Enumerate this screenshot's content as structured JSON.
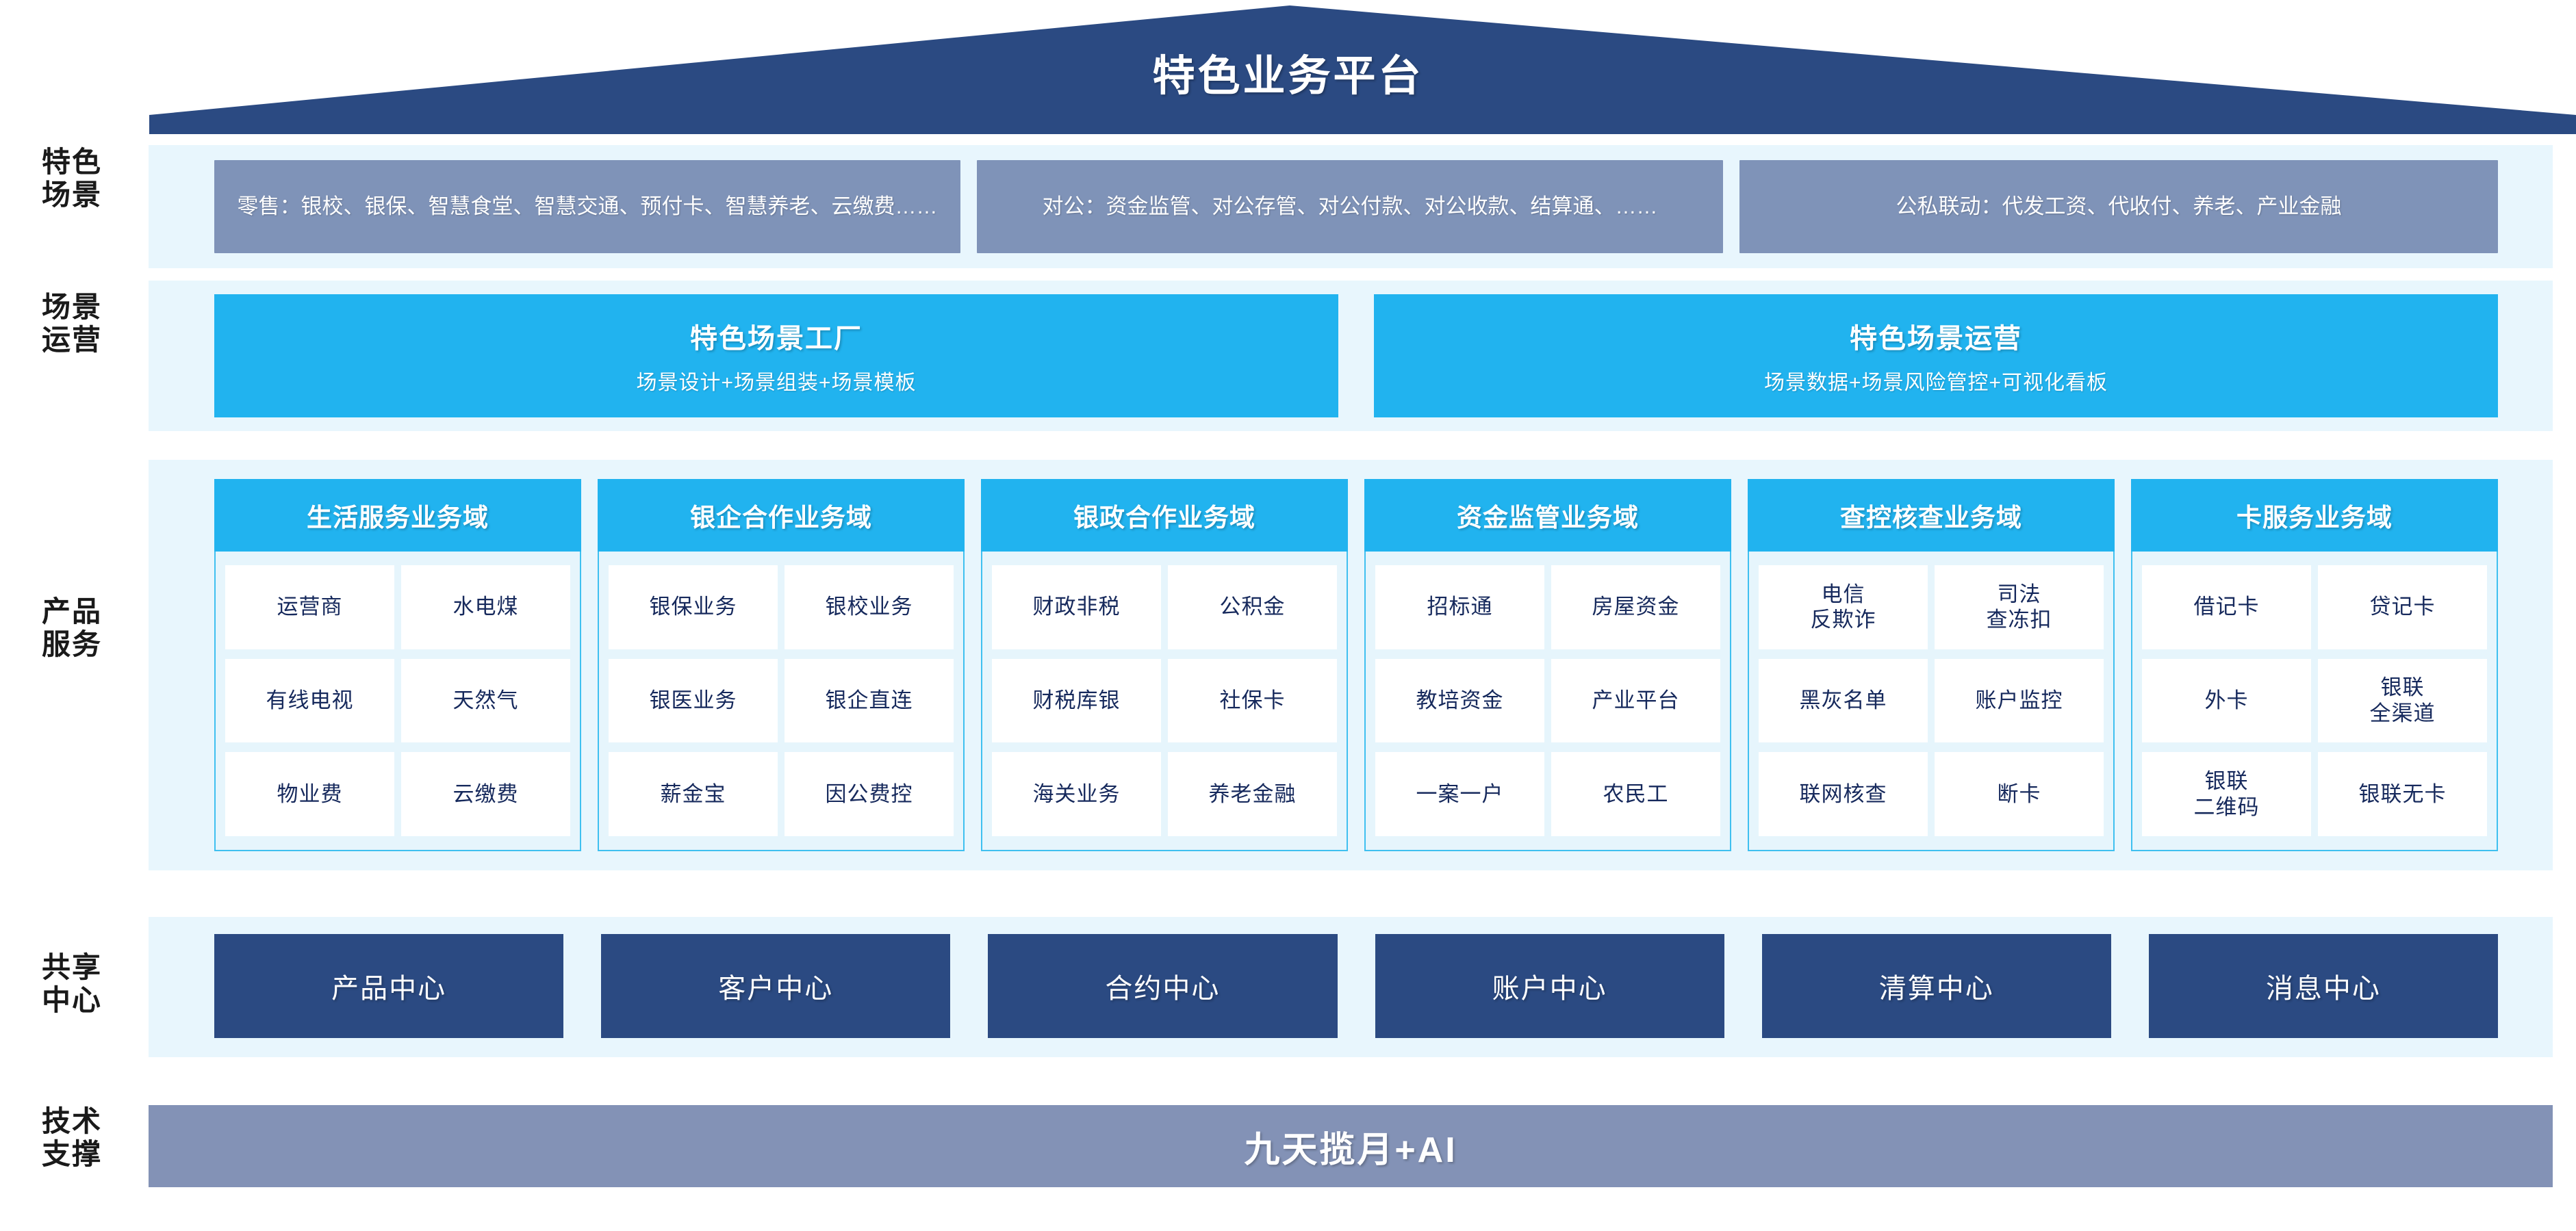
{
  "header": {
    "title": "特色业务平台",
    "roof_color": "#2b4a82"
  },
  "row_labels": {
    "scenarios": [
      "特色",
      "场景"
    ],
    "operations": [
      "场景",
      "运营"
    ],
    "products": [
      "产品",
      "服务"
    ],
    "shared_centers": [
      "共享",
      "中心"
    ],
    "tech_support": [
      "技术",
      "支撑"
    ]
  },
  "scenarios": {
    "boxes": [
      {
        "text": "零售：银校、银保、智慧食堂、智慧交通、预付卡、智慧养老、云缴费……"
      },
      {
        "text": "对公：资金监管、对公存管、对公付款、对公收款、结算通、……"
      },
      {
        "text": "公私联动：代发工资、代收付、养老、产业金融"
      }
    ],
    "box_color": "#7f93b8"
  },
  "operations": {
    "boxes": [
      {
        "title": "特色场景工厂",
        "subtitle": "场景设计+场景组装+场景模板"
      },
      {
        "title": "特色场景运营",
        "subtitle": "场景数据+场景风险管控+可视化看板"
      }
    ],
    "box_color": "#21b3ef"
  },
  "products": {
    "header_color": "#21b3ef",
    "border_color": "#3fc0f0",
    "columns": [
      {
        "title": "生活服务业务域",
        "tiles": [
          "运营商",
          "水电煤",
          "有线电视",
          "天然气",
          "物业费",
          "云缴费"
        ]
      },
      {
        "title": "银企合作业务域",
        "tiles": [
          "银保业务",
          "银校业务",
          "银医业务",
          "银企直连",
          "薪金宝",
          "因公费控"
        ]
      },
      {
        "title": "银政合作业务域",
        "tiles": [
          "财政非税",
          "公积金",
          "财税库银",
          "社保卡",
          "海关业务",
          "养老金融"
        ]
      },
      {
        "title": "资金监管业务域",
        "tiles": [
          "招标通",
          "房屋资金",
          "教培资金",
          "产业平台",
          "一案一户",
          "农民工"
        ]
      },
      {
        "title": "查控核查业务域",
        "tiles": [
          "电信\n反欺诈",
          "司法\n查冻扣",
          "黑灰名单",
          "账户监控",
          "联网核查",
          "断卡"
        ]
      },
      {
        "title": "卡服务业务域",
        "tiles": [
          "借记卡",
          "贷记卡",
          "外卡",
          "银联\n全渠道",
          "银联\n二维码",
          "银联无卡"
        ]
      }
    ]
  },
  "shared_centers": {
    "box_color": "#2b4a82",
    "items": [
      "产品中心",
      "客户中心",
      "合约中心",
      "账户中心",
      "清算中心",
      "消息中心"
    ]
  },
  "tech_support": {
    "label": "九天揽月+AI",
    "bar_color": "#8392b6"
  }
}
